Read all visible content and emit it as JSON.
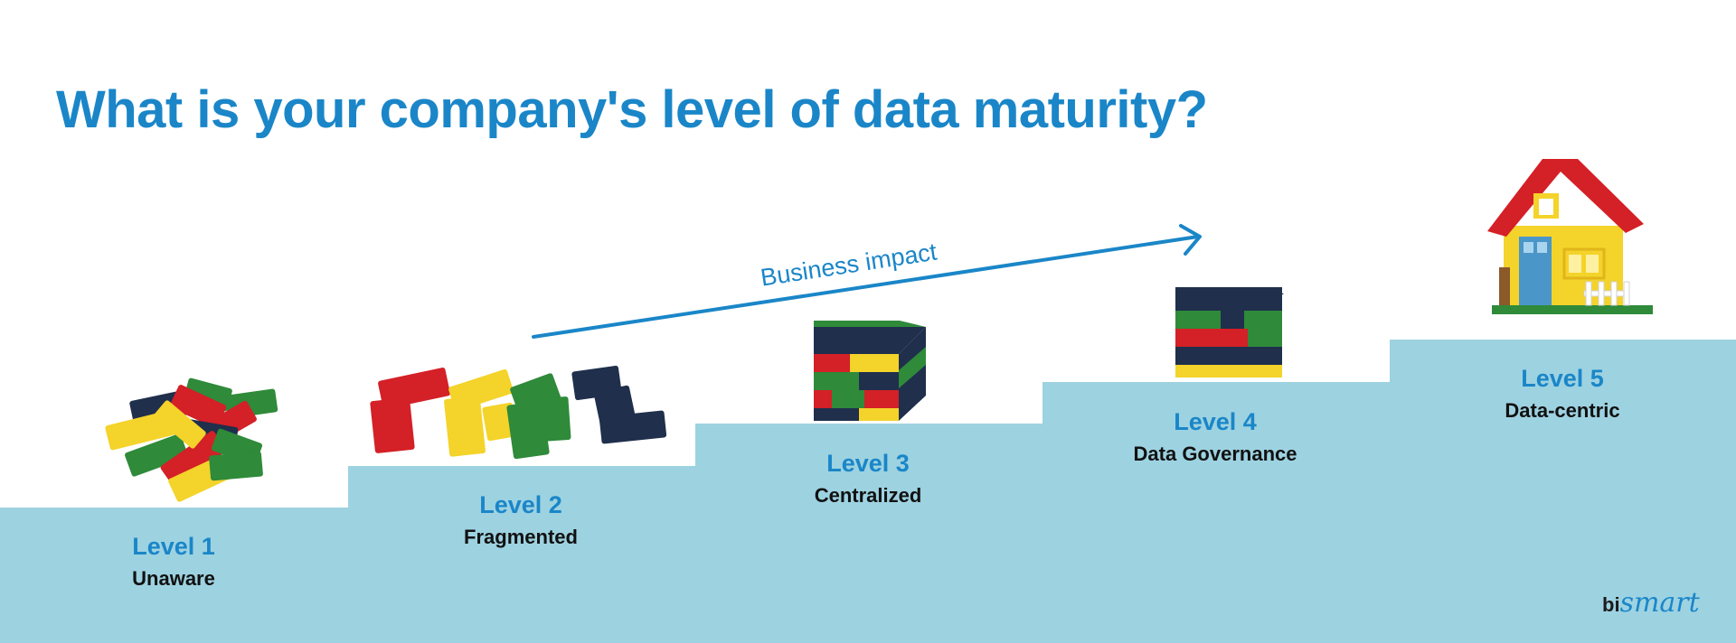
{
  "title": "What is your company's level of data maturity?",
  "arrow_label": "Business impact",
  "levels": [
    {
      "label": "Level 1",
      "description": "Unaware"
    },
    {
      "label": "Level 2",
      "description": "Fragmented"
    },
    {
      "label": "Level 3",
      "description": "Centralized"
    },
    {
      "label": "Level 4",
      "description": "Data Governance"
    },
    {
      "label": "Level 5",
      "description": "Data-centric"
    }
  ],
  "brand": {
    "prefix": "bi",
    "suffix": "smart"
  },
  "colors": {
    "accent_blue": "#1a86c8",
    "step_fill": "#9dd2e1",
    "brick_red": "#d42027",
    "brick_yellow": "#f4d32a",
    "brick_green": "#2f8a3a",
    "brick_navy": "#1f2f4c"
  },
  "icons": [
    "scattered-bricks-icon",
    "grouped-bricks-icon",
    "stacked-cube-icon",
    "layered-cube-icon",
    "brick-house-icon"
  ]
}
